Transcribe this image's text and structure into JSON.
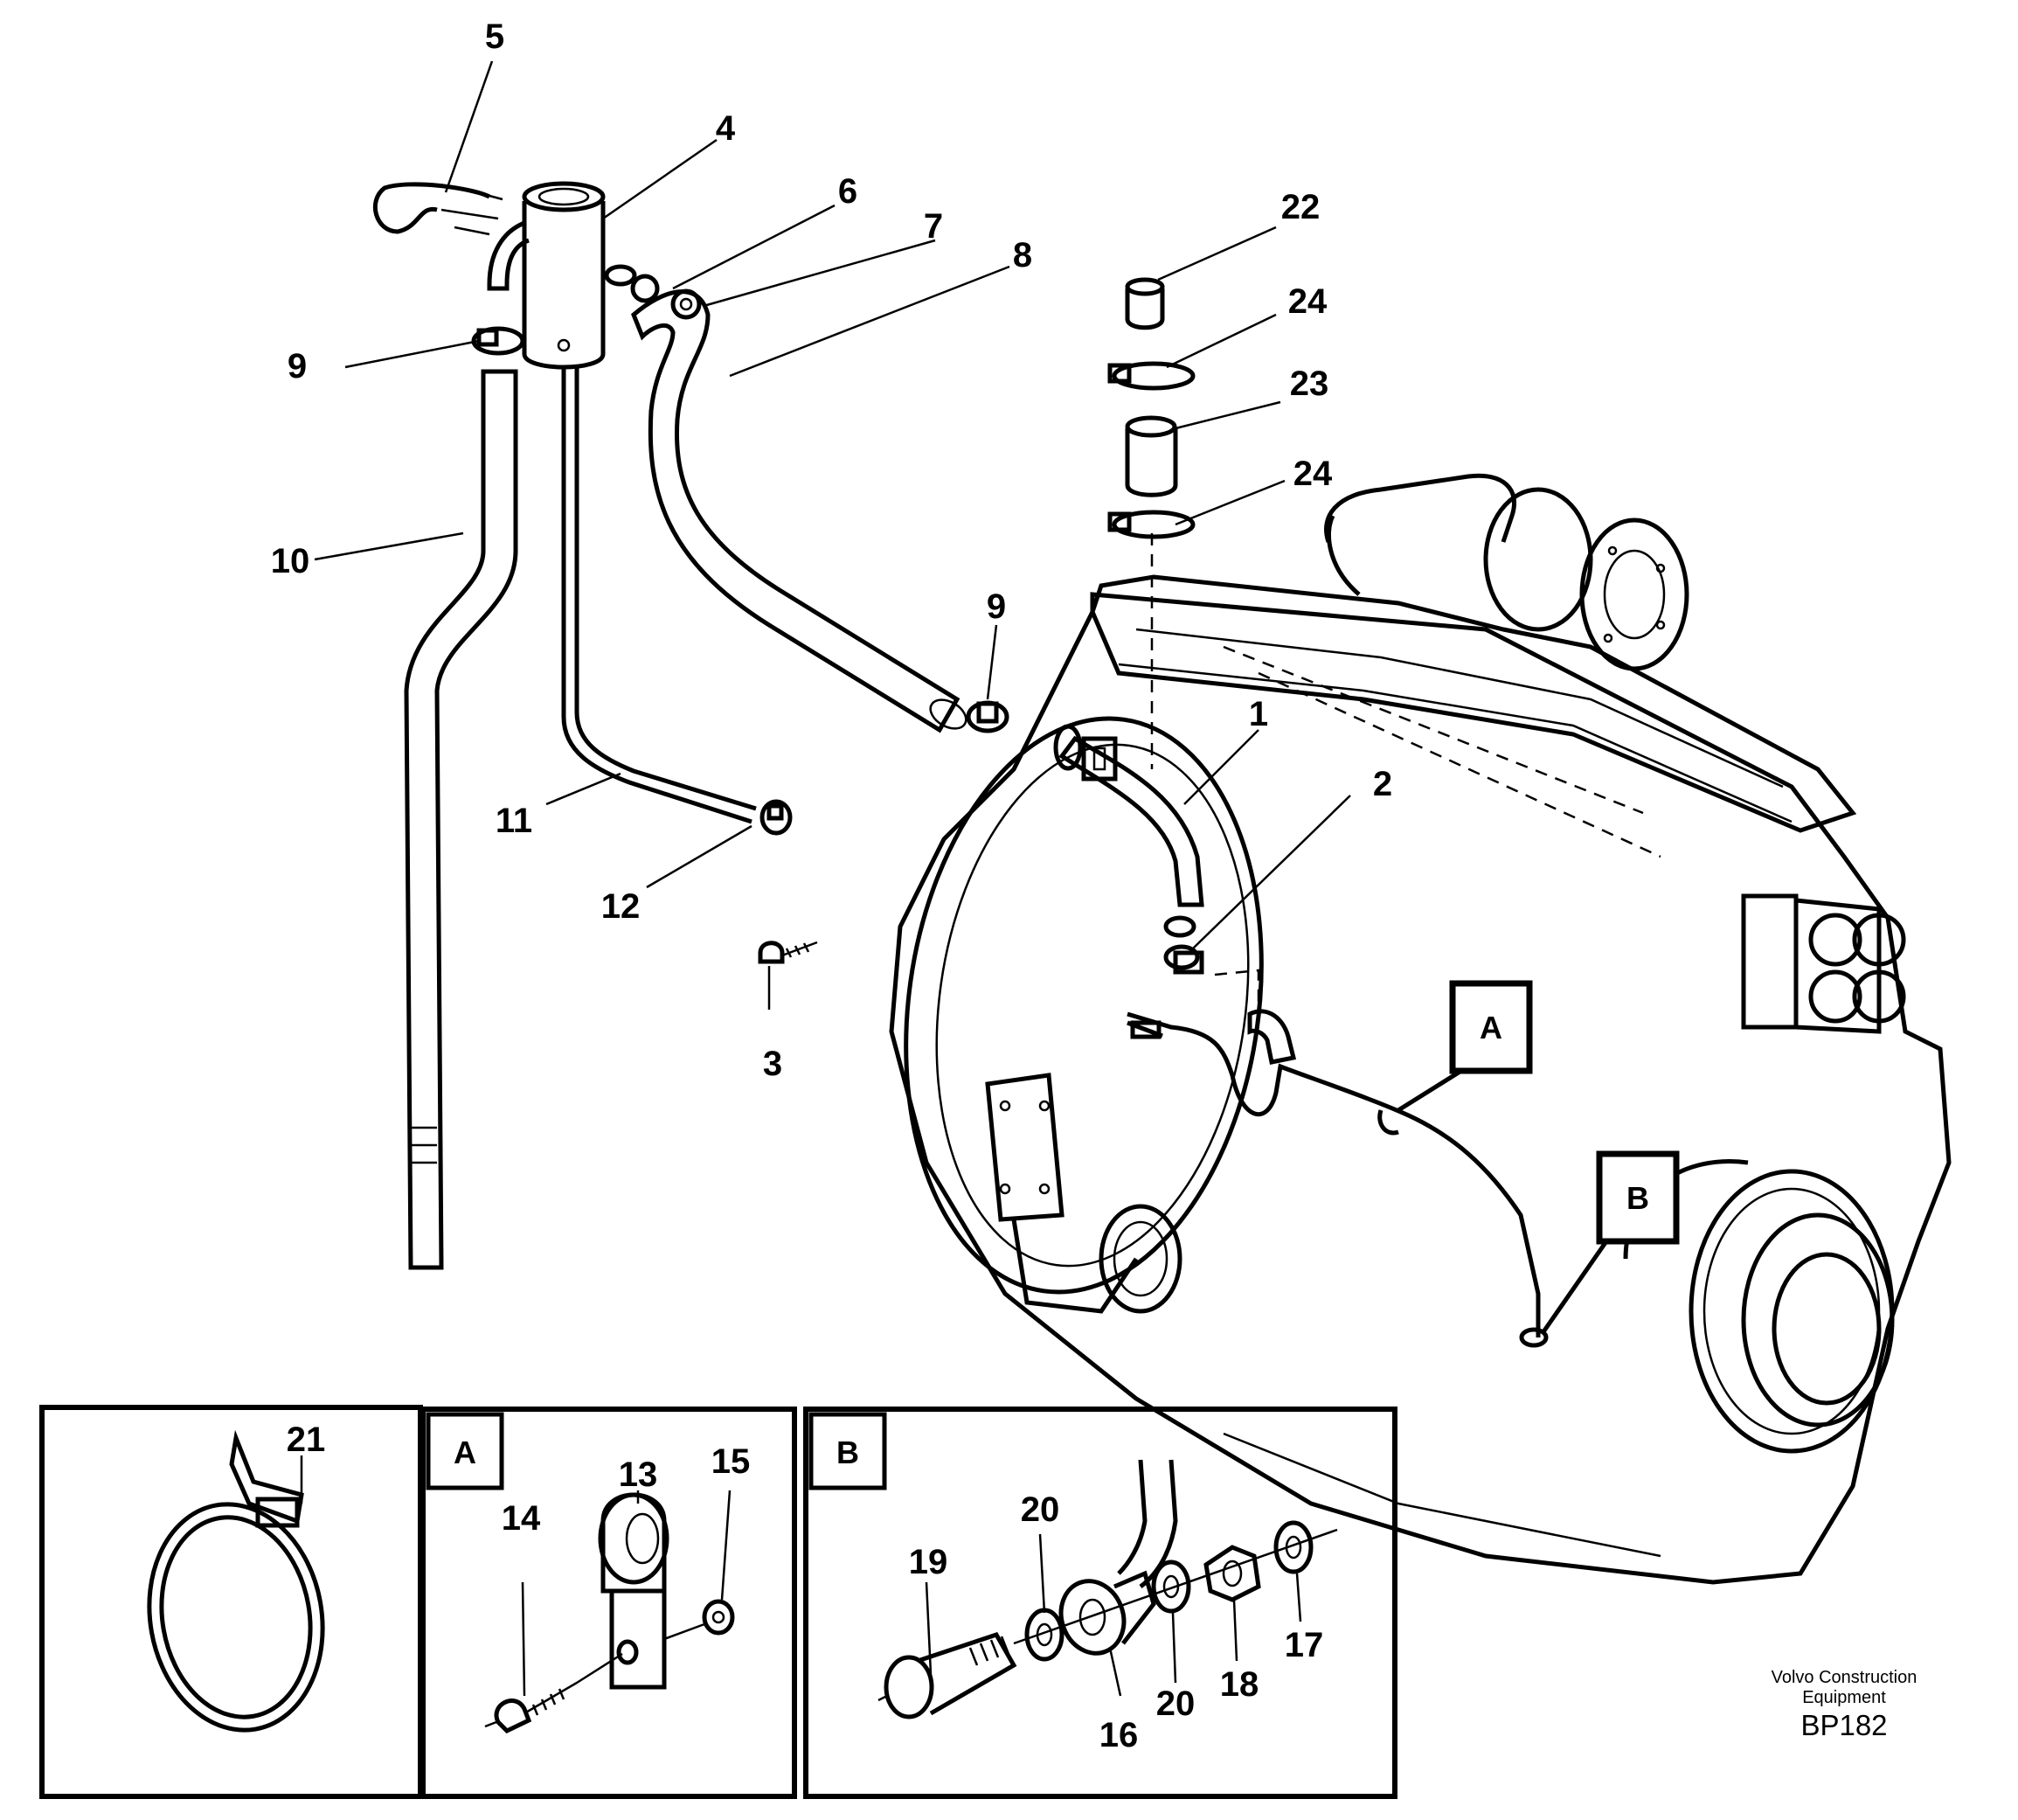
{
  "part_labels": {
    "p1": "1",
    "p2": "2",
    "p3": "3",
    "p4": "4",
    "p5": "5",
    "p6": "6",
    "p7": "7",
    "p8": "8",
    "p9a": "9",
    "p9b": "9",
    "p10": "10",
    "p11": "11",
    "p12": "12",
    "p13": "13",
    "p14": "14",
    "p15": "15",
    "p16": "16",
    "p17": "17",
    "p18": "18",
    "p19": "19",
    "p20a": "20",
    "p20b": "20",
    "p21": "21",
    "p22": "22",
    "p23": "23",
    "p24a": "24",
    "p24b": "24"
  },
  "detail_refs": {
    "a_callout": "A",
    "b_callout": "B",
    "a_inset": "A",
    "b_inset": "B"
  },
  "footer": {
    "credit_line1": "Volvo Construction",
    "credit_line2": "Equipment",
    "code": "BP182"
  }
}
